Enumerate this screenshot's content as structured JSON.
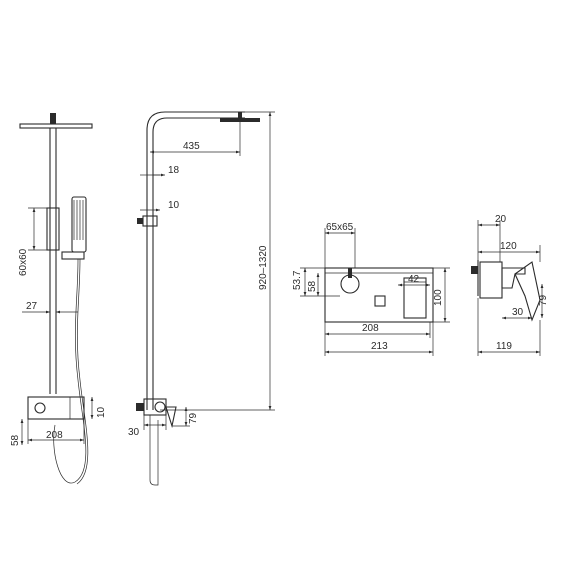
{
  "dimensions": {
    "front": {
      "square_tube": "60x60",
      "offset_27": "27",
      "valve_height": "10",
      "base_58": "58",
      "body_208": "208"
    },
    "side": {
      "arm_435": "435",
      "arm_18": "18",
      "holder_10": "10",
      "height": "920–1320",
      "depth_30": "30",
      "angle_79": "79"
    },
    "mixer_front": {
      "handle_size": "65x65",
      "height_53_7": "53.7",
      "inner_58": "58",
      "spout_42": "42",
      "total_height": "100",
      "width_208": "208",
      "width_213": "213"
    },
    "mixer_side": {
      "depth_20": "20",
      "depth_120": "120",
      "height_79": "79",
      "depth_30": "30",
      "total_119": "119"
    }
  }
}
